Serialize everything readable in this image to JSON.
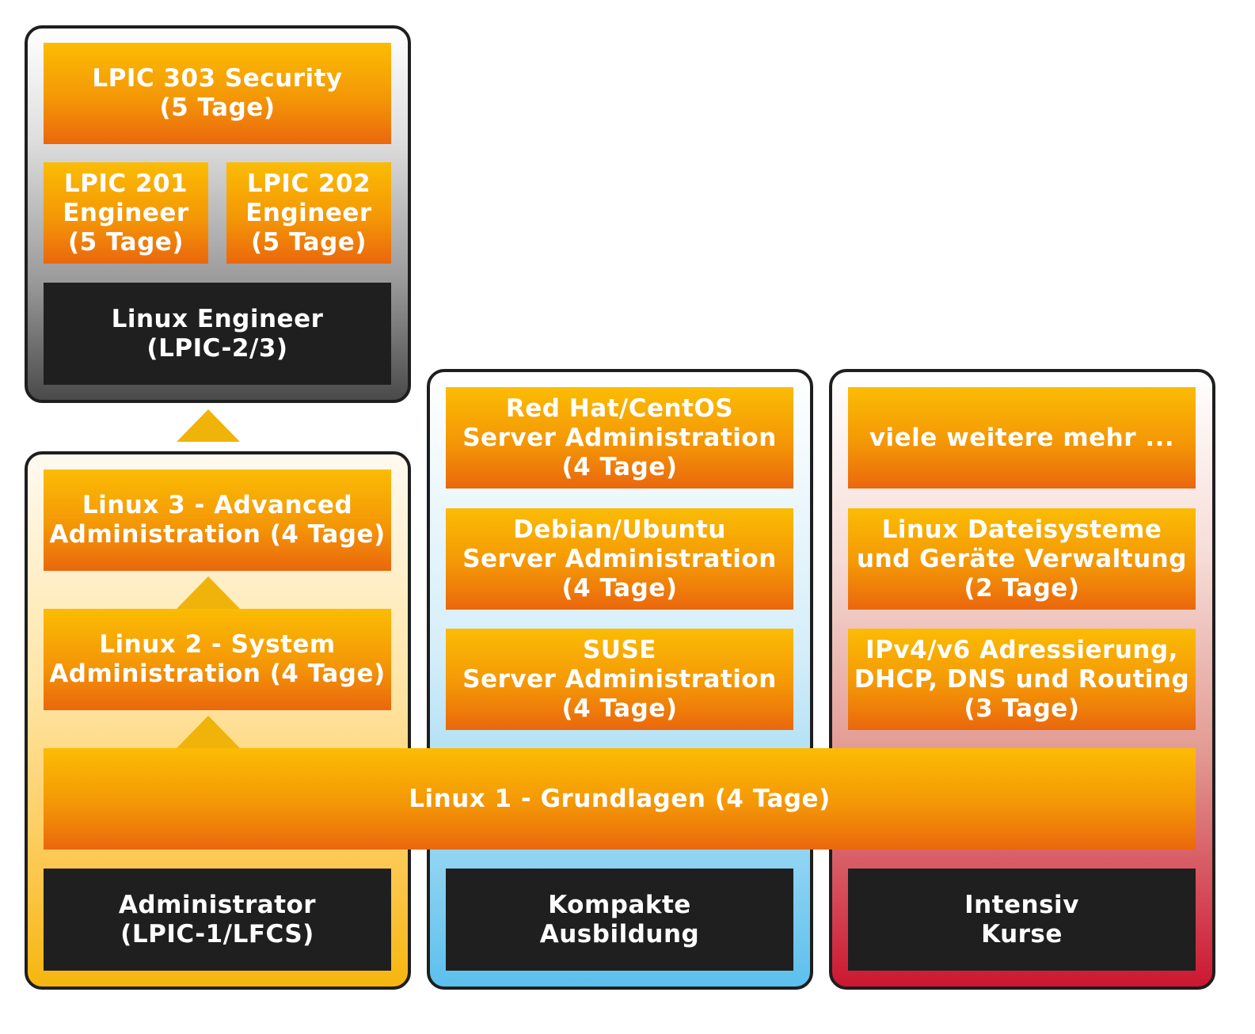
{
  "colors": {
    "box_orange_top": "#fbbc04",
    "box_orange_bottom": "#ea670d",
    "box_dark": "#1f1f1f",
    "panel_border": "#1e1e1e",
    "arrow": "#f0b30a",
    "admin_panel": "#f6b60f",
    "compact_panel": "#5cc0ed",
    "intensive_panel": "#cc1731",
    "engineer_panel": "#4a4a4a"
  },
  "icons": {
    "arrows": "up-triangle-arrow"
  },
  "engineer": {
    "security": {
      "line1": "LPIC 303 Security",
      "line2": "(5 Tage)"
    },
    "lpic201": {
      "line1": "LPIC 201",
      "line2": "Engineer",
      "line3": "(5 Tage)"
    },
    "lpic202": {
      "line1": "LPIC 202",
      "line2": "Engineer",
      "line3": "(5 Tage)"
    },
    "footer": {
      "line1": "Linux Engineer",
      "line2": "(LPIC-2/3)"
    }
  },
  "admin": {
    "linux3": {
      "line1": "Linux 3 - Advanced",
      "line2": "Administration (4 Tage)"
    },
    "linux2": {
      "line1": "Linux 2 - System",
      "line2": "Administration (4 Tage)"
    },
    "footer": {
      "line1": "Administrator",
      "line2": "(LPIC-1/LFCS)"
    }
  },
  "compact": {
    "redhat": {
      "line1": "Red Hat/CentOS",
      "line2": "Server Administration",
      "line3": "(4 Tage)"
    },
    "debian": {
      "line1": "Debian/Ubuntu",
      "line2": "Server Administration",
      "line3": "(4 Tage)"
    },
    "suse": {
      "line1": "SUSE",
      "line2": "Server Administration",
      "line3": "(4 Tage)"
    },
    "footer": {
      "line1": "Kompakte",
      "line2": "Ausbildung"
    }
  },
  "intensive": {
    "more": {
      "line1": "viele weitere mehr ..."
    },
    "filesystems": {
      "line1": "Linux Dateisysteme",
      "line2": "und Geräte Verwaltung",
      "line3": "(2 Tage)"
    },
    "ipv": {
      "line1": "IPv4/v6 Adressierung,",
      "line2": "DHCP, DNS und Routing",
      "line3": "(3 Tage)"
    },
    "footer": {
      "line1": "Intensiv",
      "line2": "Kurse"
    }
  },
  "foundation": {
    "label": "Linux 1 - Grundlagen (4 Tage)"
  }
}
